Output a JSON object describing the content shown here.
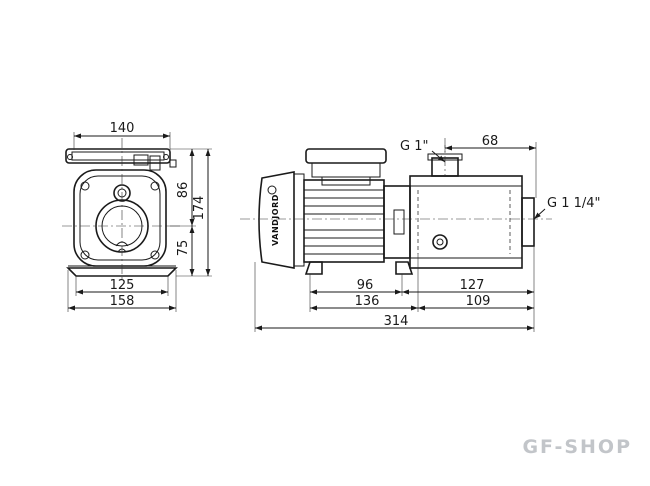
{
  "dimensions": {
    "width_140": "140",
    "height_86": "86",
    "height_174": "174",
    "height_75": "75",
    "base_125": "125",
    "base_158": "158",
    "thread_inlet": "G 1\"",
    "offset_68": "68",
    "thread_outlet": "G 1 1/4\"",
    "len_96": "96",
    "len_127": "127",
    "len_136": "136",
    "len_109": "109",
    "total_314": "314"
  },
  "brand": "VANDJORD",
  "watermark": "GF-SHOP"
}
